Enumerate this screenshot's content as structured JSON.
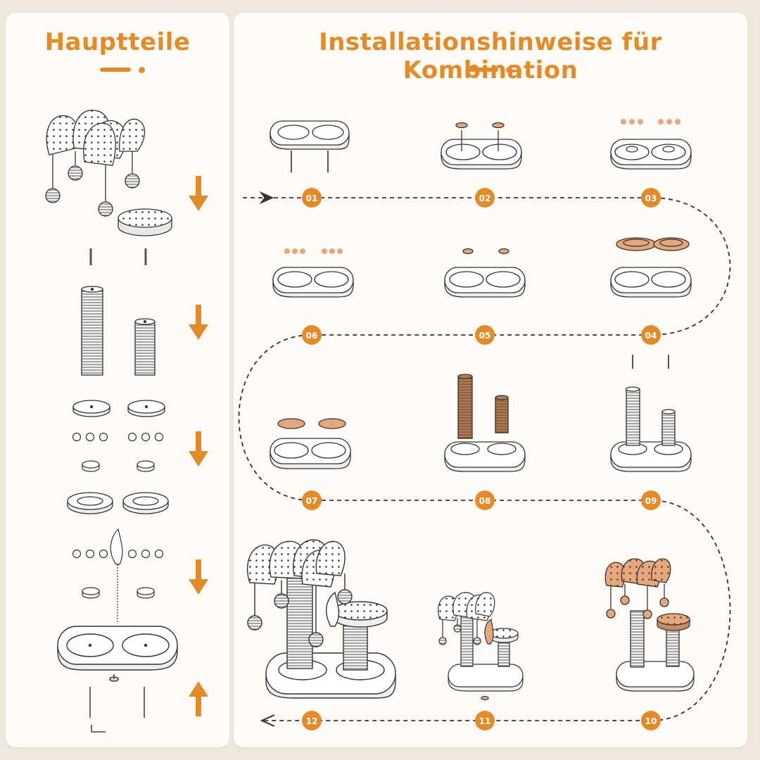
{
  "left_title": "Hauptteile",
  "right_title": "Installationshinweise für Kombination",
  "steps": [
    {
      "label": "01"
    },
    {
      "label": "02"
    },
    {
      "label": "03"
    },
    {
      "label": "04"
    },
    {
      "label": "05"
    },
    {
      "label": "06"
    },
    {
      "label": "07"
    },
    {
      "label": "08"
    },
    {
      "label": "09"
    },
    {
      "label": "10"
    },
    {
      "label": "11"
    },
    {
      "label": "12"
    }
  ],
  "colors": {
    "accent": "#e48a26",
    "panel": "#fffcf7",
    "background": "#efe8dd",
    "part_brown": "#a9754e",
    "pad_orange": "#e6a77c"
  }
}
